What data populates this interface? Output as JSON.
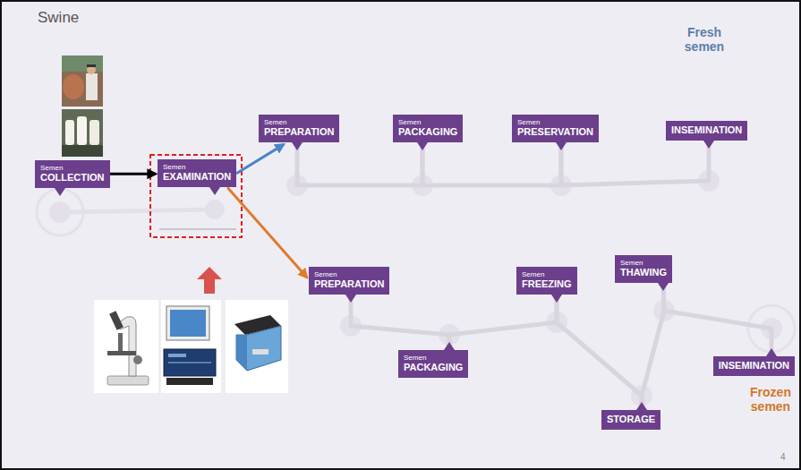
{
  "diagram": {
    "title": "Swine",
    "nodes": [
      {
        "text": [
          "Semen",
          "COLLECTION"
        ]
      },
      {
        "text": [
          "Semen",
          "EXAMINATION"
        ]
      },
      {
        "text": [
          "Semen",
          "PREPARATION"
        ]
      },
      {
        "text": [
          "Semen",
          "PACKAGING"
        ]
      },
      {
        "text": [
          "Semen",
          "PRESERVATION"
        ]
      },
      {
        "text": [
          "INSEMINATION"
        ]
      },
      {
        "text": [
          "Semen",
          "PREPARATION"
        ]
      },
      {
        "text": [
          "Semen",
          "FREEZING"
        ]
      },
      {
        "text": [
          "Semen",
          "THAWING"
        ]
      },
      {
        "text": [
          "Semen",
          "PACKAGING"
        ]
      },
      {
        "text": [
          "INSEMINATION"
        ]
      },
      {
        "text": [
          "STORAGE"
        ]
      }
    ],
    "edges": [
      {
        "from": 0,
        "to": 1,
        "arrow": "to"
      },
      {
        "from": 1,
        "to": 2,
        "arrow": "to"
      },
      {
        "from": 1,
        "to": 6,
        "arrow": "to"
      },
      {
        "from": 2,
        "to": 3,
        "arrow": "none"
      },
      {
        "from": 3,
        "to": 4,
        "arrow": "none"
      },
      {
        "from": 4,
        "to": 5,
        "arrow": "none"
      },
      {
        "from": 6,
        "to": 9,
        "arrow": "none"
      },
      {
        "from": 9,
        "to": 7,
        "arrow": "none"
      },
      {
        "from": 7,
        "to": 11,
        "arrow": "none"
      },
      {
        "from": 11,
        "to": 8,
        "arrow": "none"
      },
      {
        "from": 8,
        "to": 10,
        "arrow": "none"
      }
    ],
    "labels": [
      "Fresh semen",
      "Frozen semen",
      "4"
    ]
  }
}
